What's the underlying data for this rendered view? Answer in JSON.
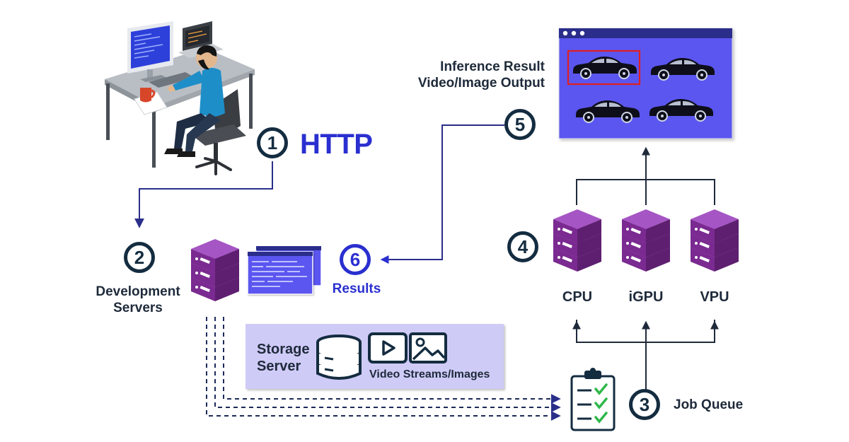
{
  "steps": {
    "s1": {
      "number": "1",
      "label": "HTTP"
    },
    "s2": {
      "number": "2",
      "label_line1": "Development",
      "label_line2": "Servers"
    },
    "s3": {
      "number": "3",
      "label": "Job Queue"
    },
    "s4": {
      "number": "4",
      "devices": [
        "CPU",
        "iGPU",
        "VPU"
      ]
    },
    "s5": {
      "number": "5",
      "label_line1": "Inference Result",
      "label_line2": "Video/Image Output"
    },
    "s6": {
      "number": "6",
      "label": "Results"
    }
  },
  "storage": {
    "title_line1": "Storage",
    "title_line2": "Server",
    "media_label": "Video Streams/Images"
  },
  "colors": {
    "accent_blue": "#2a2fd0",
    "badge_dark": "#142c40",
    "server_purple": "#7a2a90",
    "screen_blue": "#5b56f0",
    "storage_bg": "#cfcbf7",
    "arrow_navy": "#2a2f8a",
    "highlight_red": "#e02020"
  },
  "icons": [
    "developer-desk-illustration",
    "server-stack-icon",
    "code-window-icon",
    "database-icon",
    "video-play-icon",
    "image-icon",
    "clipboard-checklist-icon",
    "car-icon",
    "browser-window-icon"
  ]
}
